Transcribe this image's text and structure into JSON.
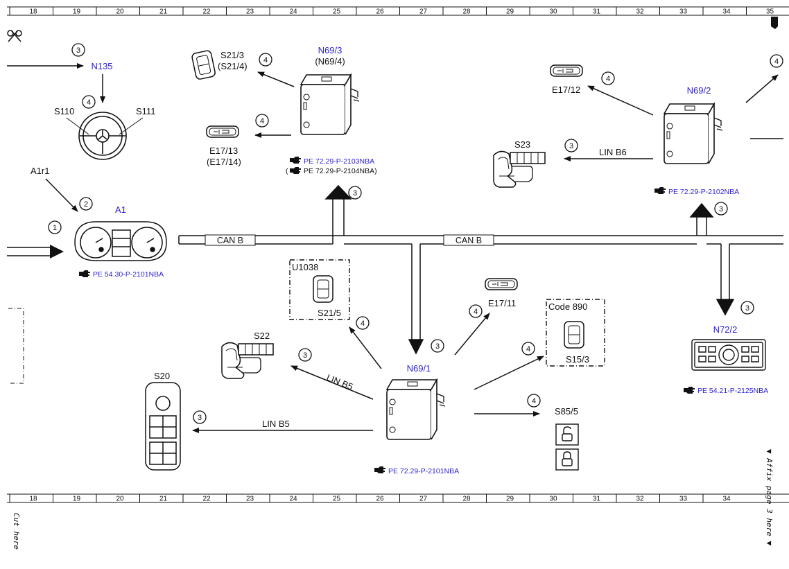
{
  "ruler": {
    "top_ticks": [
      "18",
      "19",
      "20",
      "21",
      "22",
      "23",
      "24",
      "25",
      "26",
      "27",
      "28",
      "29",
      "30",
      "31",
      "32",
      "33",
      "34",
      "35"
    ],
    "bottom_ticks": [
      "18",
      "19",
      "20",
      "21",
      "22",
      "23",
      "24",
      "25",
      "26",
      "27",
      "28",
      "29",
      "30",
      "31",
      "32",
      "33",
      "34"
    ]
  },
  "side_text": {
    "cut_here": "Cut here",
    "affix": "▼ Affix page 3 here ▼"
  },
  "components": {
    "n135": "N135",
    "s110": "S110",
    "s111": "S111",
    "a1r1": "A1r1",
    "a1": "A1",
    "a1_ref": "PE 54.30-P-2101NBA",
    "s21_3": "S21/3",
    "s21_4": "(S21/4)",
    "e17_13": "E17/13",
    "e17_14": "(E17/14)",
    "n69_3": "N69/3",
    "n69_4": "(N69/4)",
    "n69_3_ref1": "PE 72.29-P-2103NBA",
    "n69_3_ref2_prefix": "(",
    "n69_3_ref2": "PE 72.29-P-2104NBA)",
    "e17_12": "E17/12",
    "n69_2": "N69/2",
    "s23": "S23",
    "lin_b6": "LIN B6",
    "n69_2_ref": "PE 72.29-P-2102NBA",
    "can_b_left": "CAN B",
    "can_b_right": "CAN B",
    "u1038": "U1038",
    "s21_5": "S21/5",
    "e17_11": "E17/11",
    "code_890": "Code 890",
    "s15_3": "S15/3",
    "n72_2": "N72/2",
    "n72_2_ref": "PE 54.21-P-2125NBA",
    "s22": "S22",
    "lin_b5_diag": "LIN B5",
    "n69_1": "N69/1",
    "s20": "S20",
    "lin_b5": "LIN B5",
    "s85_5": "S85/5",
    "n69_1_ref": "PE 72.29-P-2101NBA"
  },
  "callouts": {
    "c_n135": "3",
    "c_wheel": "4",
    "c_a1r1": "2",
    "c_input": "1",
    "c_s21_3": "4",
    "c_e17_13": "4",
    "c_n69_3_up": "3",
    "c_e17_12": "4",
    "c_s23": "3",
    "c_n69_2_up": "3",
    "c_edge": "4",
    "c_u1038": "4",
    "c_n69_1_down": "3",
    "c_e17_11": "4",
    "c_code890": "4",
    "c_n72_2": "3",
    "c_s22": "3",
    "c_s20": "3",
    "c_s85_5": "4"
  },
  "colors": {
    "blue_label": "#2a1fd6",
    "line": "#111111"
  },
  "icons": [
    "scissors-icon",
    "pointing-hand-icon",
    "pencil-icon",
    "steering-wheel-icon",
    "instrument-cluster-icon",
    "control-module-icon",
    "seat-switch-icon",
    "lamp-icon",
    "switch-icon",
    "lock-icon",
    "unlock-icon",
    "climate-control-panel-icon"
  ]
}
